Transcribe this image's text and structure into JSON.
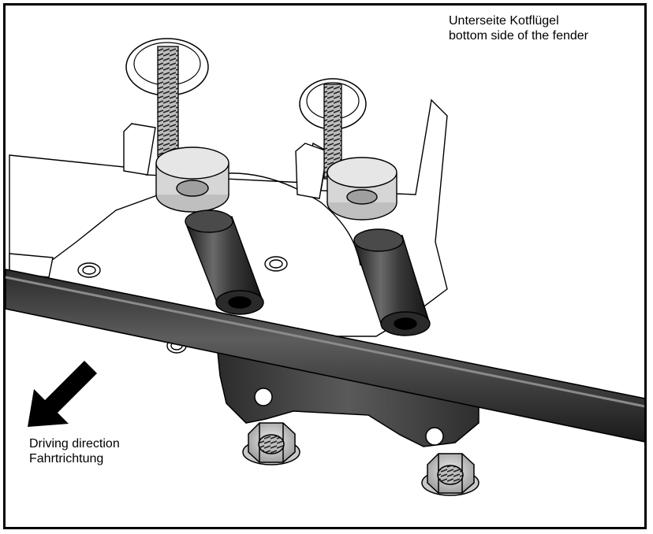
{
  "top_label": {
    "line1": "Unterseite Kotflügel",
    "line2": "bottom side of the fender"
  },
  "direction_label": {
    "line1": "Driving direction",
    "line2": "Fahrtrichtung"
  },
  "colors": {
    "outline": "#000000",
    "dark_part": "#3a3a3a",
    "metal_light": "#cfcfcf",
    "background": "#ffffff"
  }
}
